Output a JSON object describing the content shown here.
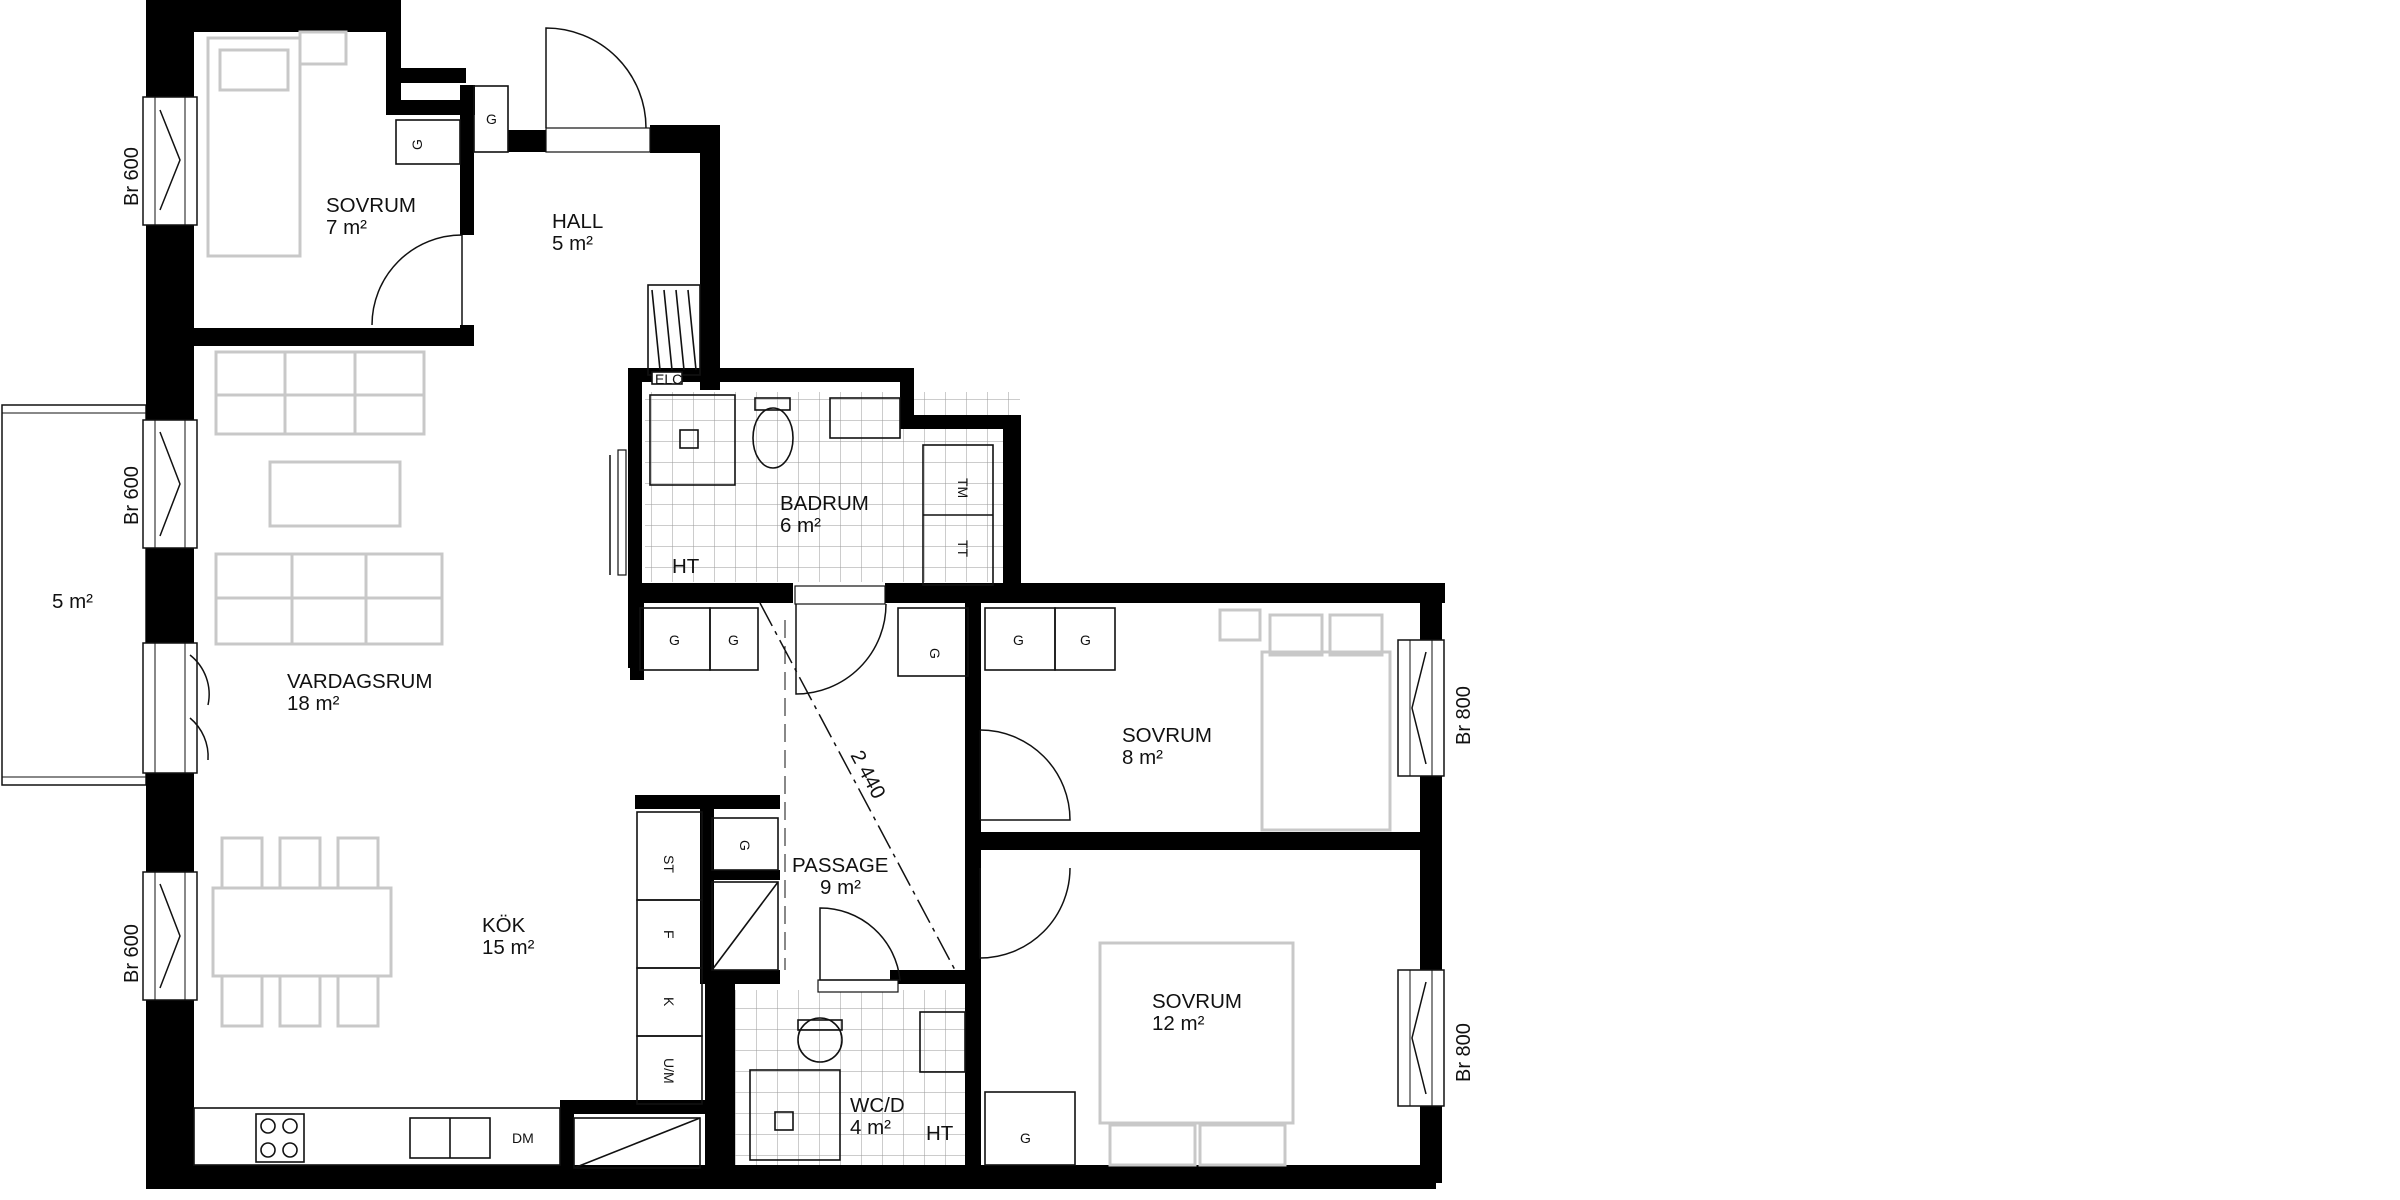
{
  "rooms": [
    {
      "name": "SOVRUM",
      "area": "7 m²"
    },
    {
      "name": "HALL",
      "area": "5 m²"
    },
    {
      "name": "BADRUM",
      "area": "6 m²"
    },
    {
      "name": "VARDAGSRUM",
      "area": "18 m²"
    },
    {
      "name": "SOVRUM",
      "area": "8 m²"
    },
    {
      "name": "PASSAGE",
      "area": "9 m²"
    },
    {
      "name": "KÖK",
      "area": "15 m²"
    },
    {
      "name": "SOVRUM",
      "area": "12 m²"
    },
    {
      "name": "WC/D",
      "area": "4 m²"
    }
  ],
  "balcony": {
    "area": "5 m²"
  },
  "windows": [
    "Br 600",
    "Br 600",
    "Br 600",
    "Br 800",
    "Br 800"
  ],
  "dimension": "2 440",
  "fixtures": {
    "storage": "G",
    "ht": "HT",
    "elc": "ELC",
    "tm": "TM",
    "tt": "TT",
    "st": "ST",
    "f": "F",
    "k": "K",
    "um": "U/M",
    "dm": "DM"
  },
  "colors": {
    "wall": "#000000",
    "furniture": "#c8c8c8",
    "background": "#ffffff"
  }
}
